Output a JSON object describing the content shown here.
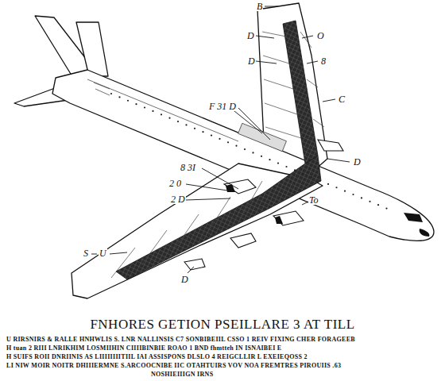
{
  "diagram": {
    "title": "FNHORES GETION PSEILLARE 3 AT TILL",
    "labels": [
      "B",
      "D",
      "O",
      "D",
      "8",
      "C",
      "D",
      "F 31 D",
      "8 3I",
      "2 0",
      "2 D",
      "S",
      "U",
      "D",
      "To",
      "U RIRSNIRS  &   RALLE HNHWLIS S. LNR NALLINSIS  C7 SONBIBEIIL   CSSO 1 REIV FIXING   CHER  FORAGEEB",
      "H tuan 2   RIII LNRIKHIM  LOSMIIHIN   CIIIIBINBIE   ROAO 1 BND fhmtteh IN   ISNAIBEI E",
      "H SUIFS   ROII DNRIINIS  AS LIIIIIIIITIIL  IAI  ASSISPONS   DLSLO  4 REIGCLLIR L  EXEIEQOSS 2",
      "LI NIW MOIR   NOITR   DHIIIERMNE  S.ARCOOCNIBE  IIC  OTAHTUIRS   VOV  NOA FREMTRES  PIROUIIS .63",
      "NOSHIEIIIGN IRNS"
    ]
  }
}
